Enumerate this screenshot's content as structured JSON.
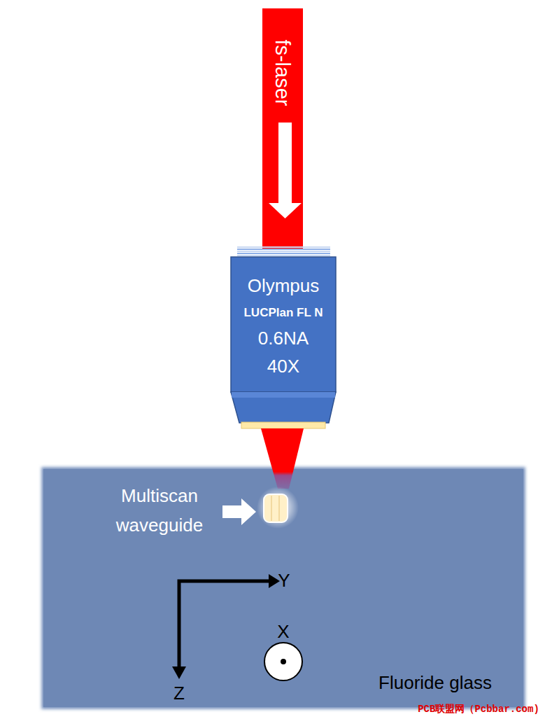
{
  "diagram": {
    "nodes": [
      {
        "text": [
          "fs-laser"
        ]
      },
      {
        "text": [
          "Olympus",
          "LUCPlan FL N",
          "0.6NA",
          "40X"
        ]
      },
      {
        "text": [
          "Fluoride glass"
        ]
      }
    ],
    "labels": [
      "Multiscan waveguide",
      "Y",
      "Z",
      "X",
      "PCB联盟网（Pcbbar.com)"
    ]
  }
}
